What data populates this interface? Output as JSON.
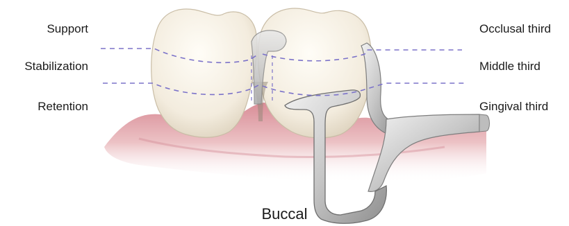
{
  "diagram": {
    "left_labels": {
      "support": "Support",
      "stabilization": "Stabilization",
      "retention": "Retention"
    },
    "right_labels": {
      "occlusal": "Occlusal third",
      "middle": "Middle third",
      "gingival": "Gingival third"
    },
    "caption": "Buccal",
    "colors": {
      "guide_line": "#7b72c9",
      "gum": "#e7b9bd",
      "tooth": "#f6f1e6",
      "metal": "#c9c9c9",
      "text": "#1a1a1a"
    }
  }
}
